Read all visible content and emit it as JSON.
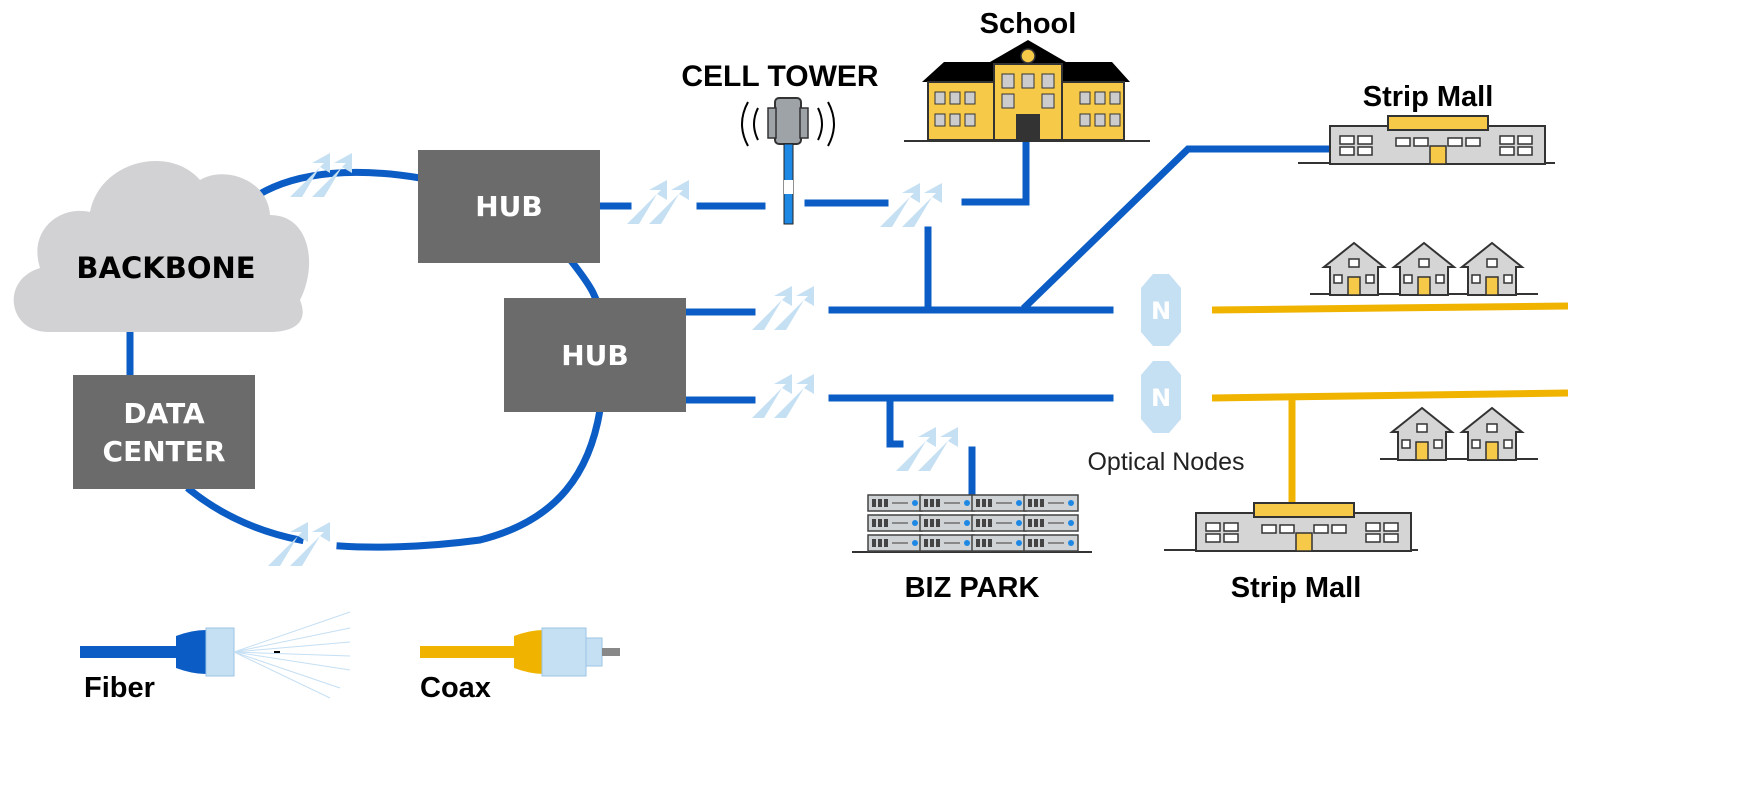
{
  "cloud": {
    "label": "BACKBONE"
  },
  "hub_top": {
    "label": "HUB"
  },
  "hub_mid": {
    "label": "HUB"
  },
  "data_center": {
    "line1": "DATA",
    "line2": "CENTER"
  },
  "cell_tower": {
    "label": "CELL TOWER"
  },
  "school": {
    "label": "School"
  },
  "strip_mall_top": {
    "label": "Strip Mall"
  },
  "strip_mall_bottom": {
    "label": "Strip Mall"
  },
  "biz_park": {
    "label": "BIZ PARK"
  },
  "optical_nodes": {
    "label": "Optical Nodes",
    "node_letter": "N"
  },
  "legend": {
    "fiber": "Fiber",
    "coax": "Coax"
  },
  "colors": {
    "fiber": "#0b5cc4",
    "coax": "#f0b400",
    "box": "#6b6b6b",
    "cloud": "#d2d2d4",
    "light_arrow": "#c5dff3",
    "building_yellow": "#f7c948",
    "house_gray": "#d5d5d5"
  },
  "icons": [
    "cloud-icon",
    "flow-arrow-icon",
    "cell-tower-icon",
    "school-icon",
    "strip-mall-icon",
    "house-icon",
    "server-rack-icon",
    "optical-node-icon",
    "fiber-connector-icon",
    "coax-connector-icon"
  ]
}
